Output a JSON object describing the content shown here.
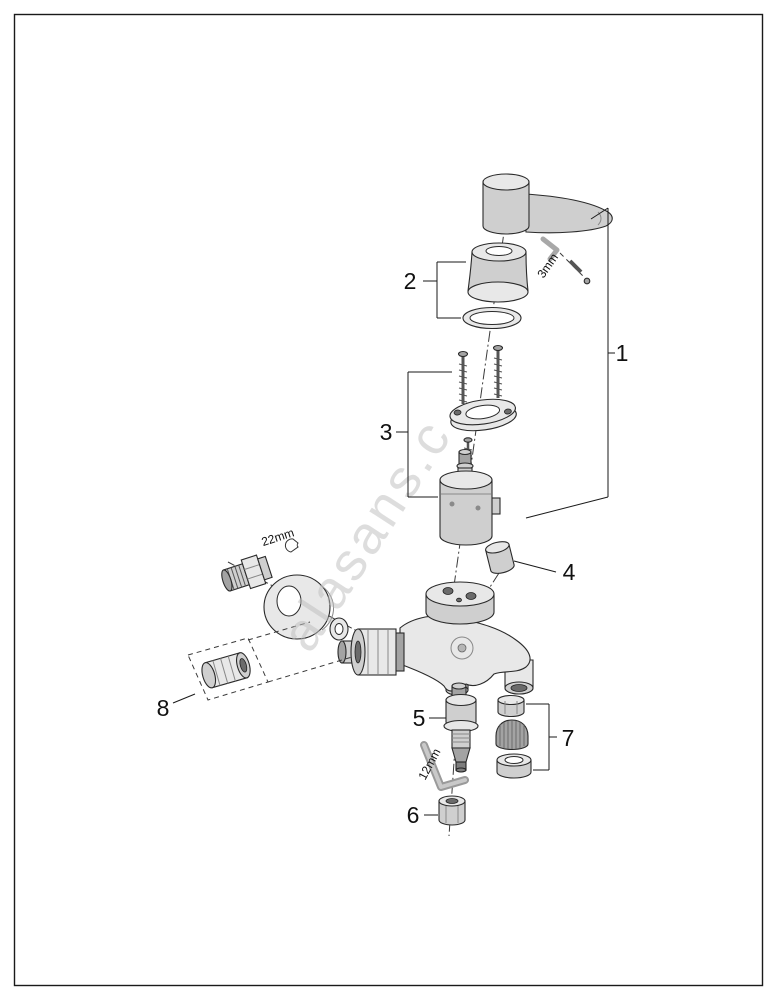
{
  "figure": {
    "type": "exploded-parts-diagram",
    "background_color": "#ffffff",
    "border_color": "#1a1a1a",
    "part_fill_color": "#e8e8e8",
    "line_color": "#1a1a1a"
  },
  "watermark": {
    "text": "alasans.c",
    "color": "#bdbdbd"
  },
  "callouts": {
    "c1": "1",
    "c2": "2",
    "c3": "3",
    "c4": "4",
    "c5": "5",
    "c6": "6",
    "c7": "7",
    "c8": "8"
  },
  "tool_labels": {
    "hex_key_top": "3mm",
    "spanner_left": "22mm",
    "hex_key_bottom": "12mm"
  }
}
